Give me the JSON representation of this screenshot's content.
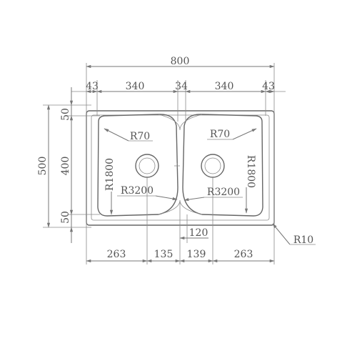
{
  "dimensions": {
    "overall_width": "800",
    "top_segments": [
      "43",
      "340",
      "34",
      "340",
      "43"
    ],
    "overall_height": "500",
    "inner_height": "400",
    "rim_top": "50",
    "rim_bottom": "50",
    "bottom_segments": [
      "263",
      "135",
      "139",
      "263"
    ],
    "center_gap": "120"
  },
  "radii": {
    "left_corner": "R70",
    "right_corner": "R70",
    "left_side": "R1800",
    "right_side": "R1800",
    "left_bottom": "R3200",
    "right_bottom": "R3200",
    "outer_corner": "R10"
  }
}
